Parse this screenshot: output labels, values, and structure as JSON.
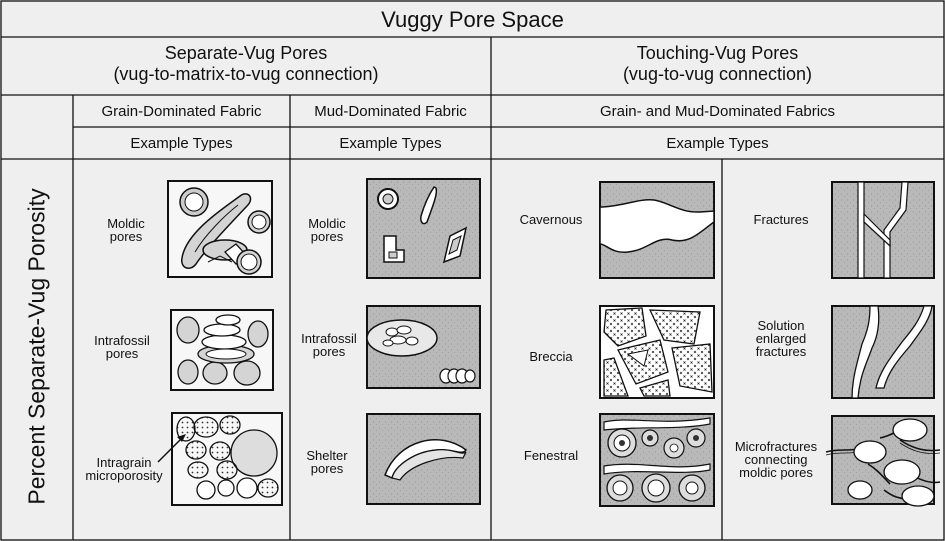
{
  "title": "Vuggy Pore Space",
  "separate": {
    "title_line1": "Separate-Vug Pores",
    "title_line2": "(vug-to-matrix-to-vug connection)",
    "grain_fabric": "Grain-Dominated Fabric",
    "mud_fabric": "Mud-Dominated Fabric",
    "example_types": "Example Types"
  },
  "touching": {
    "title_line1": "Touching-Vug Pores",
    "title_line2": "(vug-to-vug connection)",
    "fabric": "Grain- and Mud-Dominated Fabrics",
    "example_types": "Example Types"
  },
  "row_label": "Percent Separate-Vug Porosity",
  "examples": {
    "grain_moldic": [
      "Moldic",
      "pores"
    ],
    "grain_intrafossil": [
      "Intrafossil",
      "pores"
    ],
    "grain_intragrain": [
      "Intragrain",
      "microporosity"
    ],
    "mud_moldic": [
      "Moldic",
      "pores"
    ],
    "mud_intrafossil": [
      "Intrafossil",
      "pores"
    ],
    "mud_shelter": [
      "Shelter",
      "pores"
    ],
    "cavernous": [
      "Cavernous"
    ],
    "breccia": [
      "Breccia"
    ],
    "fenestral": [
      "Fenestral"
    ],
    "fractures": [
      "Fractures"
    ],
    "solution_fractures": [
      "Solution",
      "enlarged",
      "fractures"
    ],
    "microfractures": [
      "Microfractures",
      "connecting",
      "moldic pores"
    ]
  },
  "colors": {
    "line": "#111111",
    "background": "#efefef",
    "mud_fill": "#b9b9b9",
    "pore_fill": "#ffffff",
    "grain_fill": "#dedede"
  }
}
